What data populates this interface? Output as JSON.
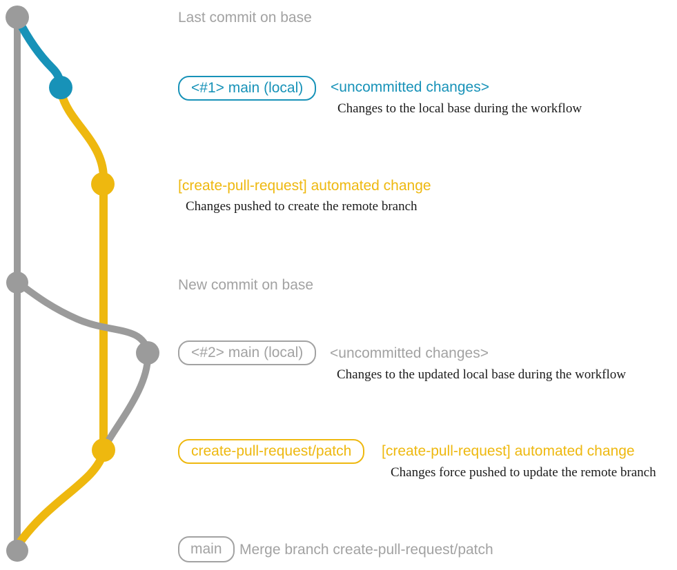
{
  "colors": {
    "gray": "#9b9b9b",
    "text_gray": "#a2a2a2",
    "blue": "#1792b8",
    "yellow": "#eeb80f",
    "desc_black": "#1b1b1b"
  },
  "graph": {
    "nodes": [
      {
        "name": "last-commit-on-base-node",
        "color": "gray"
      },
      {
        "name": "local-main-1-node",
        "color": "blue"
      },
      {
        "name": "patch-commit-1-node",
        "color": "yellow"
      },
      {
        "name": "new-commit-on-base-node",
        "color": "gray"
      },
      {
        "name": "local-main-2-node",
        "color": "gray"
      },
      {
        "name": "patch-commit-2-node",
        "color": "yellow"
      },
      {
        "name": "merge-commit-node",
        "color": "gray"
      }
    ]
  },
  "rows": {
    "last_commit": {
      "label": "Last commit on base"
    },
    "local_main_1": {
      "badge": "<#1> main (local)",
      "title": "<uncommitted changes>",
      "desc": "Changes to the local base during the workflow"
    },
    "patch_1": {
      "title": "[create-pull-request] automated change",
      "desc": "Changes pushed to create the remote branch"
    },
    "new_commit": {
      "label": "New commit on base"
    },
    "local_main_2": {
      "badge": "<#2> main (local)",
      "title": "<uncommitted changes>",
      "desc": "Changes to the updated local base during the workflow"
    },
    "patch_2": {
      "badge": "create-pull-request/patch",
      "title": "[create-pull-request] automated change",
      "desc": "Changes force pushed to update the remote branch"
    },
    "merge": {
      "badge": "main",
      "label": "Merge branch create-pull-request/patch"
    }
  }
}
